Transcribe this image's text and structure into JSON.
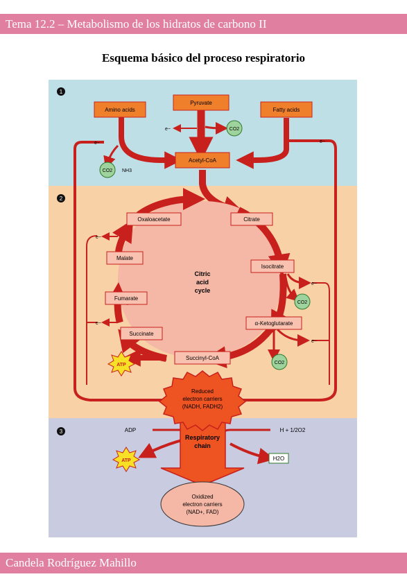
{
  "header": {
    "text": "Tema 12.2 – Metabolismo de los hidratos de carbono II"
  },
  "title": "Esquema básico del proceso respiratorio",
  "footer": {
    "text": "Candela Rodríguez Mahillo"
  },
  "figure": {
    "section_markers": [
      "1",
      "2",
      "3"
    ],
    "boxes": {
      "amino_acids": "Amino acids",
      "pyruvate": "Pyruvate",
      "fatty_acids": "Fatty acids",
      "acetyl_coa": "Acetyl-CoA",
      "oxaloacetate": "Oxaloacetate",
      "citrate": "Citrate",
      "malate": "Malate",
      "isocitrate": "Isocitrate",
      "fumarate": "Fumarate",
      "ketoglutarate": "α-Ketoglutarate",
      "succinate": "Succinate",
      "succinyl_coa": "Succinyl-CoA",
      "h2o": "H2O"
    },
    "cycle_label": [
      "Citric",
      "acid",
      "cycle"
    ],
    "co2": "CO2",
    "nh3": "NH3",
    "electron": "e−",
    "atp": "ATP",
    "adp": "ADP",
    "oxygen": "H + 1/2O2",
    "reduced_carriers": [
      "Reduced",
      "electron carriers",
      "(NADH, FADH2)"
    ],
    "respiratory_chain": [
      "Respiratory",
      "chain"
    ],
    "oxidized_carriers": [
      "Oxidized",
      "electron carriers",
      "(NAD+, FAD)"
    ],
    "colors": {
      "band_header": "#e07fa0",
      "stage1_bg": "#bfdfe7",
      "stage2_bg": "#f9d1a6",
      "stage3_bg": "#c9cbe0",
      "arrow_red": "#c8201c",
      "orange_box": "#f07f2c",
      "cycle_fill": "#f6b8a6",
      "co2_green": "#9fd39d",
      "atp_yellow": "#f8e026"
    }
  }
}
